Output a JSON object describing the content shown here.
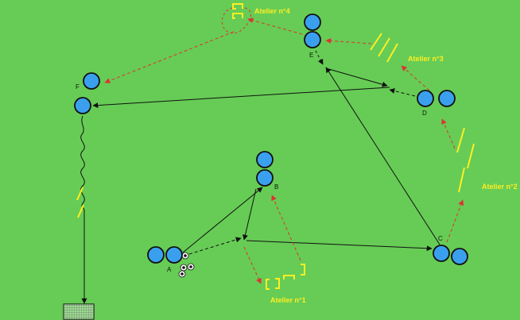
{
  "diagram": {
    "colors": {
      "pitch": "#66cc55",
      "player": "#3aa0ee",
      "pass": "#111111",
      "run": "#dd3333",
      "marker": "#ffee22"
    },
    "players": [
      {
        "id": "A",
        "label": "A"
      },
      {
        "id": "B",
        "label": "B"
      },
      {
        "id": "C",
        "label": "C"
      },
      {
        "id": "D",
        "label": "D"
      },
      {
        "id": "E",
        "label": "E"
      },
      {
        "id": "F",
        "label": "F"
      }
    ],
    "workshops": [
      {
        "id": "1",
        "label": "Atelier n°1"
      },
      {
        "id": "2",
        "label": "Atelier n°2"
      },
      {
        "id": "3",
        "label": "Atelier n°3"
      },
      {
        "id": "4",
        "label": "Atelier n°4"
      }
    ]
  }
}
